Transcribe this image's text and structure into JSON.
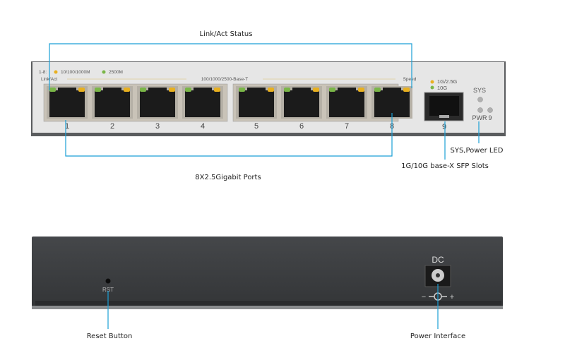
{
  "callouts": {
    "link_act_status": "Link/Act Status",
    "ports": "8X2.5Gigabit  Ports",
    "sys_power_led": "SYS,Power LED",
    "sfp_slots": "1G/10G base-X SFP Slots",
    "reset_button": "Reset Button",
    "power_interface": "Power Interface"
  },
  "front_panel": {
    "legend_prefix": "1-8:",
    "legend_1g": "10/100/1000M",
    "legend_2500": "2500M",
    "link_act": "Link/Act",
    "base_t": "100/1000/2500-Base-T",
    "speed": "Speed",
    "sfp_legend_1": "1G/2.5G",
    "sfp_legend_2": "10G",
    "sys": "SYS",
    "pwr": "PWR",
    "led9": "9",
    "ports": [
      "1",
      "2",
      "3",
      "4",
      "5",
      "6",
      "7",
      "8"
    ],
    "sfp_port": "9"
  },
  "rear_panel": {
    "rst": "RST",
    "dc": "DC",
    "minus": "−",
    "plus": "+"
  },
  "colors": {
    "callout_line": "#1a9fd6",
    "led_green": "#7ab648",
    "led_amber": "#e8b020",
    "front_panel": "#e4e4e4",
    "rear_panel": "#3b3d40"
  }
}
